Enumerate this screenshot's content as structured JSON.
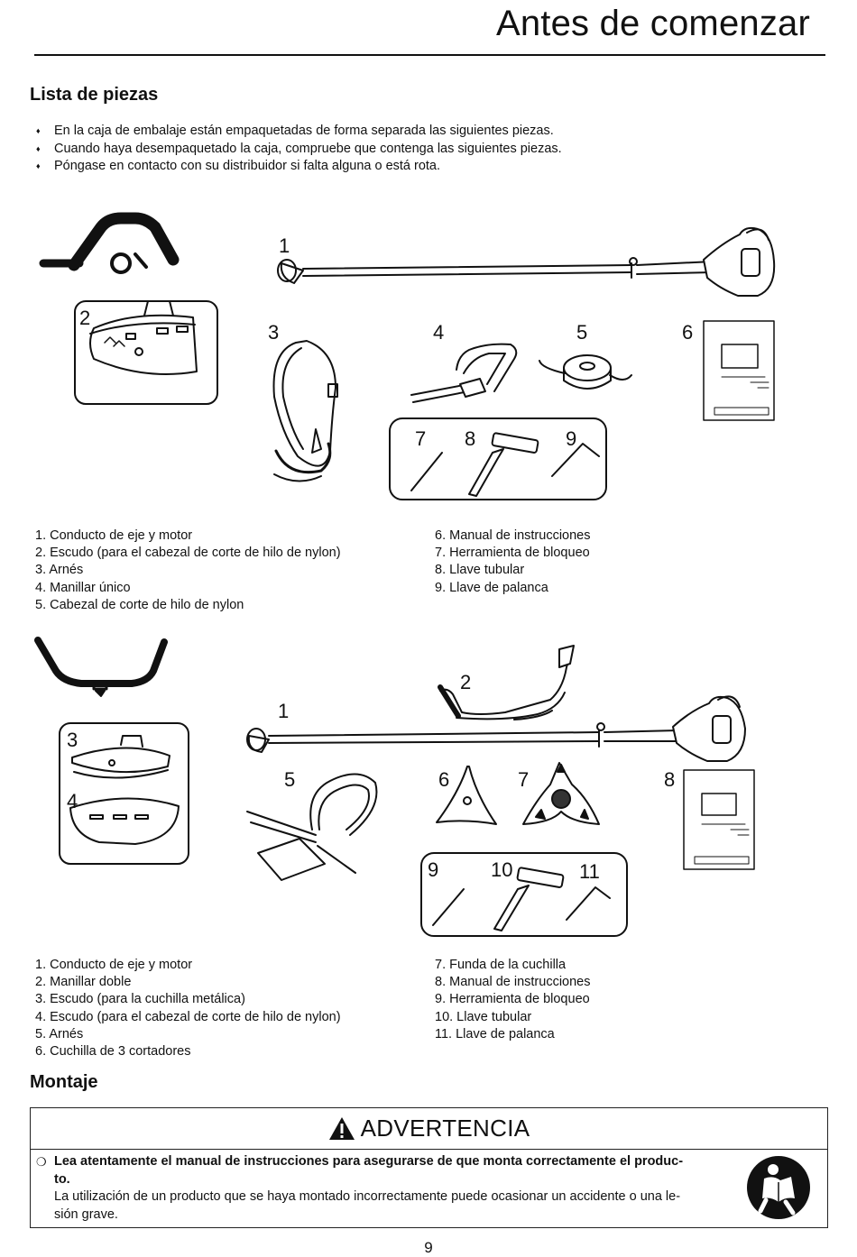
{
  "header": {
    "title": "Antes de comenzar"
  },
  "parts_section": {
    "heading": "Lista de piezas",
    "bullets": [
      "En la caja de embalaje están empaquetadas de forma separada las siguientes piezas.",
      "Cuando haya desempaquetado la caja, compruebe que contenga las siguientes piezas.",
      "Póngase en contacto con su distribuidor si falta alguna o está rota."
    ]
  },
  "kit1": {
    "numbers": [
      "1",
      "2",
      "3",
      "4",
      "5",
      "6",
      "7",
      "8",
      "9"
    ],
    "left": [
      "1. Conducto de eje y motor",
      "2. Escudo (para el cabezal de corte de hilo de nylon)",
      "3. Arnés",
      "4. Manillar único",
      "5. Cabezal de corte de hilo de nylon"
    ],
    "right": [
      "6. Manual de instrucciones",
      "7. Herramienta de bloqueo",
      "8. Llave tubular",
      "9. Llave de palanca"
    ]
  },
  "kit2": {
    "numbers": [
      "1",
      "2",
      "3",
      "4",
      "5",
      "6",
      "7",
      "8",
      "9",
      "10",
      "11"
    ],
    "left": [
      "1. Conducto de eje y motor",
      "2. Manillar doble",
      "3. Escudo (para la cuchilla metálica)",
      "4. Escudo (para el cabezal de corte de hilo de nylon)",
      "5. Arnés",
      "6. Cuchilla de 3 cortadores"
    ],
    "right": [
      "7. Funda de la cuchilla",
      "8. Manual de instrucciones",
      "9. Herramienta de bloqueo",
      "10. Llave tubular",
      "11. Llave de palanca"
    ]
  },
  "assembly": {
    "heading": "Montaje",
    "warning_title": "ADVERTENCIA",
    "warning_bold_1": "Lea atentamente el manual de instrucciones para asegurarse de que monta correctamente el produc-",
    "warning_bold_2": "to.",
    "warning_text_1": "La utilización de un producto que se haya montado incorrectamente puede ocasionar un accidente o una le-",
    "warning_text_2": "sión grave.",
    "icons": [
      "warning-triangle-icon",
      "read-manual-icon"
    ]
  },
  "footer": {
    "page_number": "9"
  }
}
